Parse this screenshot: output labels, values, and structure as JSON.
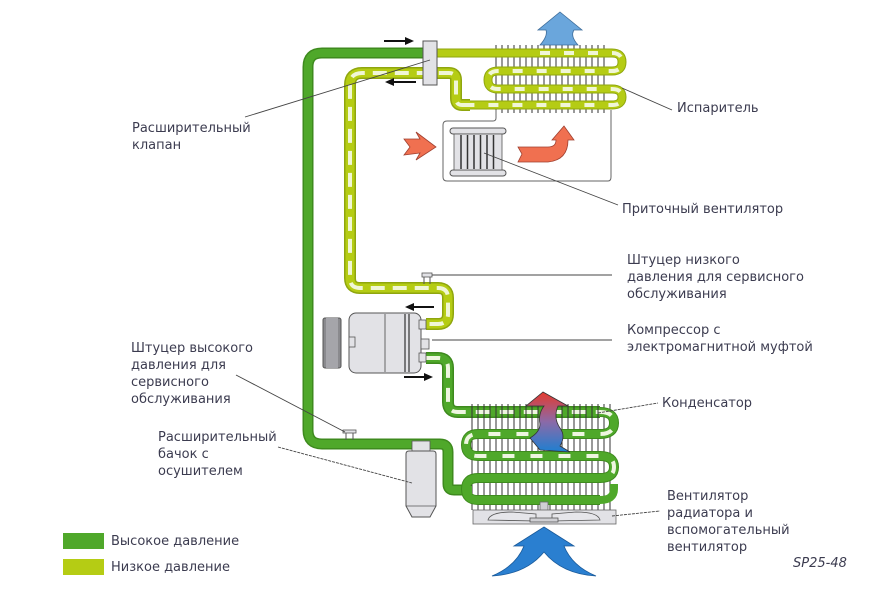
{
  "diagram": {
    "title": "Refrigerant circuit of vehicle air conditioning",
    "figure_id": "SP25-48",
    "colors": {
      "high_pressure": "#4fa82a",
      "low_pressure": "#b5cc14",
      "stripe": "#f0f6d6",
      "component_fill": "#e2e2e6",
      "component_stroke": "#555555",
      "hot_air": "#f07050",
      "cold_air": "#6aa6dc",
      "condenser_air_top": "#e53a2e",
      "condenser_air_bottom": "#1e7fd0",
      "fan_air": "#2a7fd0",
      "leader": "#444444",
      "text": "#3c3c50"
    },
    "labels": {
      "expansion_valve": "Расширительный\nклапан",
      "evaporator": "Испаритель",
      "blower": "Приточный вентилятор",
      "low_service_port": "Штуцер низкого\nдавления для сервисного\nобслуживания",
      "compressor": "Компрессор с\nэлектромагнитной муфтой",
      "high_service_port": "Штуцер высокого\nдавления для\nсервисного\nобслуживания",
      "condenser": "Конденсатор",
      "receiver_drier": "Расширительный\nбачок с\nосушителем",
      "radiator_fan": "Вентилятор\nрадиатора и\nвспомогательный\nвентилятор"
    },
    "legend": [
      {
        "label": "Высокое давление",
        "color": "#4fa82a"
      },
      {
        "label": "Низкое давление",
        "color": "#b5cc14"
      }
    ]
  }
}
